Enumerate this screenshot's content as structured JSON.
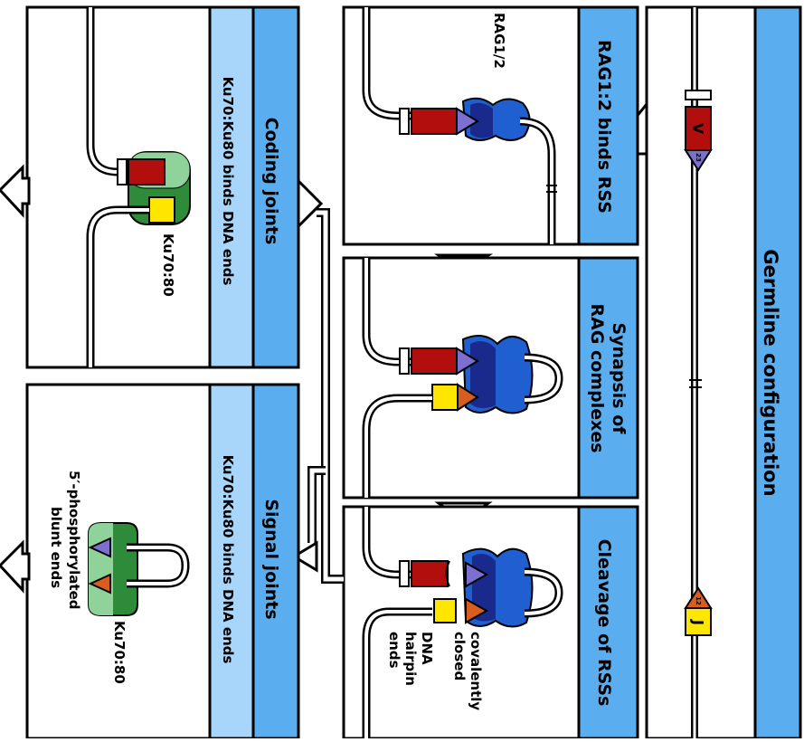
{
  "panels": {
    "germline": "Germline configuration",
    "rag_binds": "RAG1:2 binds RSS",
    "synapsis_1": "Synapsis of",
    "synapsis_2": "RAG complexes",
    "cleavage": "Cleavage of RSSs",
    "coding": "Coding joints",
    "coding_sub": "Ku70:Ku80 binds DNA ends",
    "signal": "Signal joints",
    "signal_sub": "Ku70:Ku80 binds DNA ends"
  },
  "labels": {
    "v_segment": "V",
    "j_segment": "J",
    "rss_12": "12",
    "rss_23": "23",
    "rag": "RAG1/2",
    "covalently": "covalently",
    "closed": "closed",
    "dna": "DNA",
    "hairpin": "hairpin",
    "ends": "ends",
    "ku_coding": "Ku70:80",
    "ku_signal": "Ku70:80",
    "phospho_1": "5′-phosphorylated",
    "phospho_2": "blunt ends"
  },
  "colors": {
    "header_blue": "#5aaef0",
    "sub_blue": "#a8d6fa",
    "v_red": "#b30e0e",
    "j_yellow": "#ffe600",
    "rss_purple": "#7b6fd0",
    "rss_orange": "#d95d1e",
    "rag_dark": "#1a2a8c",
    "rag_mid": "#1f5fcf",
    "ku_green": "#2e8b3a",
    "ku_light": "#8fd29a"
  }
}
